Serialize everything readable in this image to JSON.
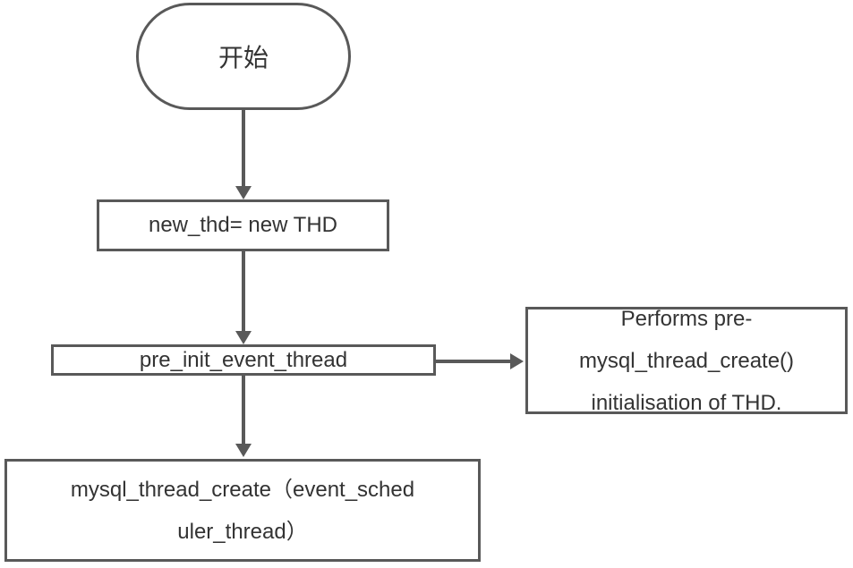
{
  "diagram": {
    "type": "flowchart",
    "colors": {
      "stroke": "#595959",
      "text": "#333333",
      "background": "#ffffff"
    },
    "nodes": {
      "start": {
        "shape": "stadium",
        "label": "开始"
      },
      "new_thd": {
        "shape": "rect",
        "label": "new_thd= new THD"
      },
      "pre_init": {
        "shape": "rect",
        "label": "pre_init_event_thread"
      },
      "note": {
        "shape": "rect",
        "label": "Performs pre-mysql_thread_create() initialisation of THD.",
        "lines": [
          "Performs pre-",
          "mysql_thread_create()",
          "initialisation of THD."
        ]
      },
      "create": {
        "shape": "rect",
        "label": "mysql_thread_create（event_scheduler_thread）",
        "lines": [
          "mysql_thread_create（event_sched",
          "uler_thread）"
        ]
      }
    },
    "edges": [
      {
        "from": "start",
        "to": "new_thd",
        "direction": "down"
      },
      {
        "from": "new_thd",
        "to": "pre_init",
        "direction": "down"
      },
      {
        "from": "pre_init",
        "to": "note",
        "direction": "right"
      },
      {
        "from": "pre_init",
        "to": "create",
        "direction": "down"
      }
    ]
  }
}
